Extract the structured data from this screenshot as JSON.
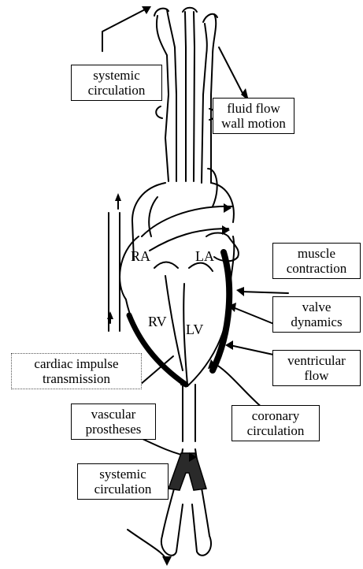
{
  "labels": {
    "systemic_top": [
      "systemic",
      "circulation"
    ],
    "fluid_flow": [
      "fluid flow",
      "wall motion"
    ],
    "muscle": [
      "muscle",
      "contraction"
    ],
    "valve": [
      "valve",
      "dynamics"
    ],
    "ventricular": [
      "ventricular",
      "flow"
    ],
    "cardiac": [
      "cardiac impulse",
      "transmission"
    ],
    "coronary": [
      "coronary",
      "circulation"
    ],
    "prostheses": [
      "vascular",
      "prostheses"
    ],
    "systemic_bottom": [
      "systemic",
      "circulation"
    ]
  },
  "chambers": {
    "ra": "RA",
    "la": "LA",
    "rv": "RV",
    "lv": "LV"
  },
  "colors": {
    "ink": "#000000",
    "dotted_border": "#555555",
    "graft_fill": "#2a2a2a"
  }
}
